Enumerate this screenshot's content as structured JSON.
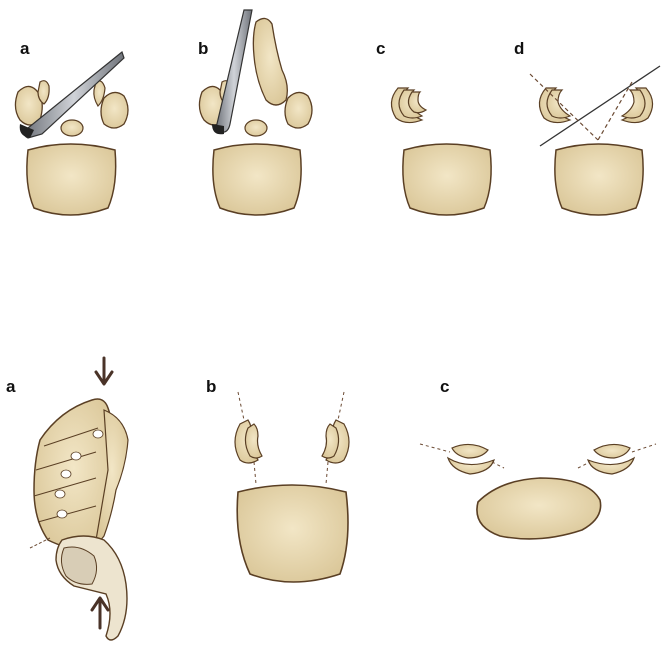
{
  "top_row": {
    "labels": [
      "a",
      "b",
      "c",
      "d"
    ]
  },
  "bottom_row": {
    "labels": [
      "a",
      "b",
      "c"
    ]
  },
  "colors": {
    "bone_fill": "#e8d9b0",
    "bone_stroke": "#5a3f24",
    "instrument": "#9a9ea6",
    "instrument_dark": "#333333",
    "arrow": "#4a3328",
    "dashed": "#6b4a33"
  }
}
